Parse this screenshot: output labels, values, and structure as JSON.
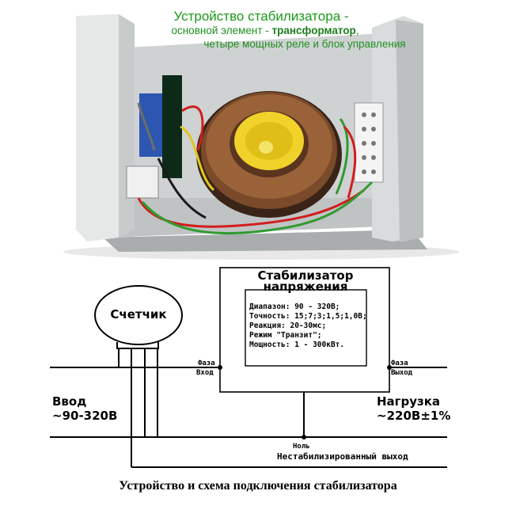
{
  "photo_caption": {
    "title": "Устройство стабилизатора -",
    "line2_prefix": "основной элемент - ",
    "line2_highlight": "трансформатор",
    "line2_suffix": ",",
    "line3": "четыре мощных реле и блок управления"
  },
  "diagram": {
    "meter_label": "Счетчик",
    "stabilizer_title_1": "Стабилизатор",
    "stabilizer_title_2": "напряжения",
    "specs": [
      "Диапазон: 90 - 320В;",
      "Точность: 15;7;3;1,5;1,0В;",
      "Реакция: 20-30мс;",
      "Режим \"Транзит\";",
      "Мощность: 1 - 300кВт."
    ],
    "phase_in_1": "Фаза",
    "phase_in_2": "Вход",
    "phase_out_1": "Фаза",
    "phase_out_2": "Выход",
    "input_label": "Ввод",
    "input_range": "~90-320В",
    "load_label": "Нагрузка",
    "load_value": "~220В±1%",
    "neutral_label": "Ноль",
    "unstable_output": "Нестабилизированный выход"
  },
  "caption": "Устройство и схема подключения стабилизатора"
}
